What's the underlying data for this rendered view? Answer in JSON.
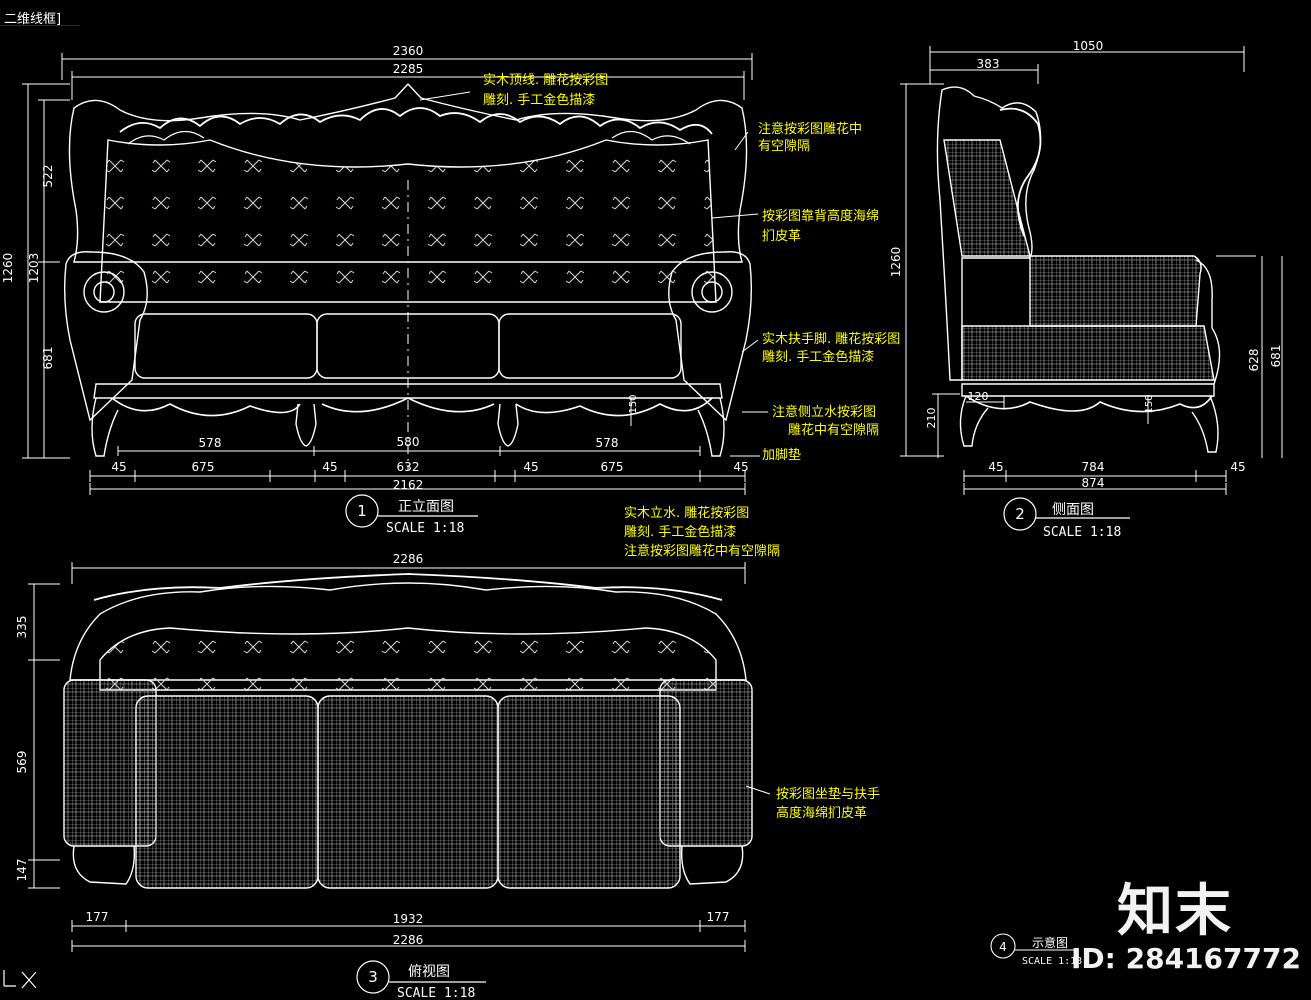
{
  "header": {
    "viewport_label": "二维线框]"
  },
  "colors": {
    "line": "#ffffff",
    "dim": "#ffffff",
    "note": "#ffff00",
    "background": "#000000"
  },
  "views": {
    "front": {
      "number": "1",
      "title": "正立面图",
      "scale": "SCALE 1:18",
      "dims": {
        "overall_width": "2360",
        "frame_width": "2285",
        "height_total": "1260",
        "height_body": "1203",
        "height_back": "522",
        "height_seat": "681",
        "seat_span_left": "578",
        "seat_span_mid": "580",
        "seat_span_right": "578",
        "gap_a": "45",
        "bay_left": "675",
        "gap_b": "45",
        "bay_mid": "632",
        "gap_c": "45",
        "bay_right": "675",
        "gap_d": "45",
        "base_width": "2162",
        "leg_height": "150"
      },
      "notes": [
        "实木顶线. 雕花按彩图",
        "雕刻. 手工金色描漆",
        "注意按彩图雕花中",
        "有空隙隔",
        "按彩图靠背高度海绵",
        "扪皮革",
        "实木扶手脚. 雕花按彩图",
        "雕刻. 手工金色描漆",
        "注意侧立水按彩图",
        "雕花中有空隙隔",
        "加脚垫"
      ]
    },
    "side": {
      "number": "2",
      "title": "侧面图",
      "scale": "SCALE 1:18",
      "dims": {
        "depth_total": "1050",
        "top_offset": "383",
        "height_total": "1260",
        "seat_height": "628",
        "arm_height": "681",
        "rail_height": "210",
        "leg_height": "150",
        "offset_small": "120",
        "gap_left": "45",
        "span": "784",
        "gap_right": "45",
        "base_depth": "874"
      }
    },
    "plan": {
      "number": "3",
      "title": "俯视图",
      "scale": "SCALE 1:18",
      "dims": {
        "top_width": "2286",
        "back_depth": "335",
        "seat_depth": "569",
        "front_depth": "147",
        "arm_left": "177",
        "seat_span": "1932",
        "arm_right": "177",
        "bottom_width": "2286"
      },
      "notes": [
        "实木立水. 雕花按彩图",
        "雕刻. 手工金色描漆",
        "注意按彩图雕花中有空隙隔",
        "按彩图坐垫与扶手",
        "高度海绵扪皮革"
      ]
    },
    "schematic": {
      "number": "4",
      "title": "示意图",
      "scale": "SCALE 1:18"
    }
  },
  "watermark": {
    "brand": "知末",
    "image_id": "ID: 284167772"
  }
}
